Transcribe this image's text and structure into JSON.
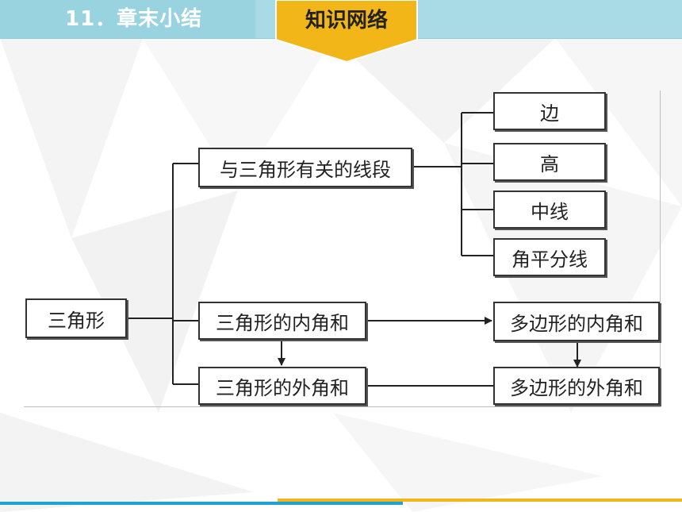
{
  "header": {
    "section_title": "11．章末小结",
    "badge_label": "知识网络"
  },
  "colors": {
    "header_bar": "#a8dbe6",
    "badge": "#f2b619",
    "footer_blue": "#1fa3d6",
    "footer_gold": "#f2b619"
  },
  "diagram": {
    "root": "三角形",
    "branches": {
      "segments": "与三角形有关的线段",
      "interior_sum": "三角形的内角和",
      "exterior_sum": "三角形的外角和"
    },
    "segment_types": [
      "边",
      "高",
      "中线",
      "角平分线"
    ],
    "polygon": {
      "interior_sum": "多边形的内角和",
      "exterior_sum": "多边形的外角和"
    }
  }
}
